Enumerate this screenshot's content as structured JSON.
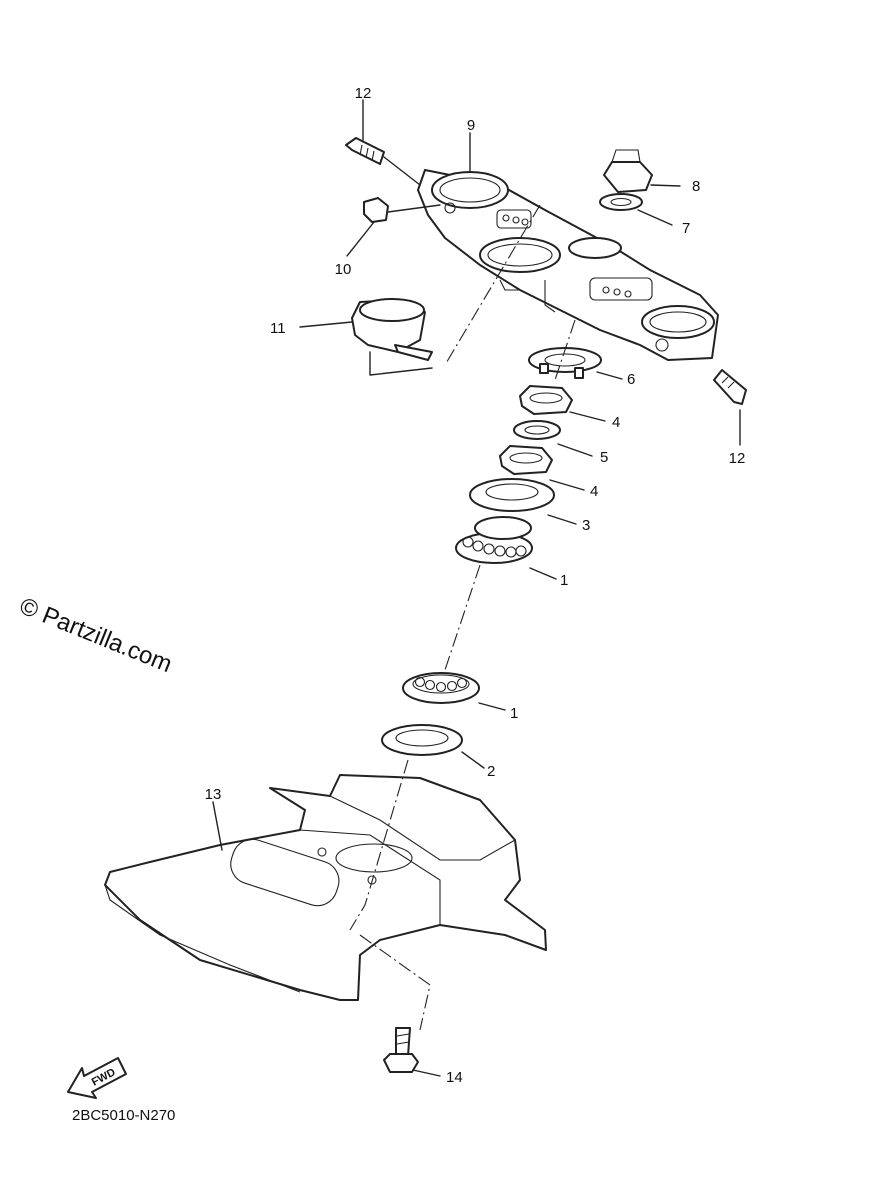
{
  "diagram": {
    "callouts": {
      "c1a": "1",
      "c1b": "1",
      "c2": "2",
      "c3": "3",
      "c4a": "4",
      "c4b": "4",
      "c5": "5",
      "c6": "6",
      "c7": "7",
      "c8": "8",
      "c9": "9",
      "c10": "10",
      "c11": "11",
      "c12a": "12",
      "c12b": "12",
      "c13": "13",
      "c14": "14"
    },
    "watermark": "© Partzilla.com",
    "figure_code": "2BC5010-N270",
    "fwd_label": "FWD"
  }
}
